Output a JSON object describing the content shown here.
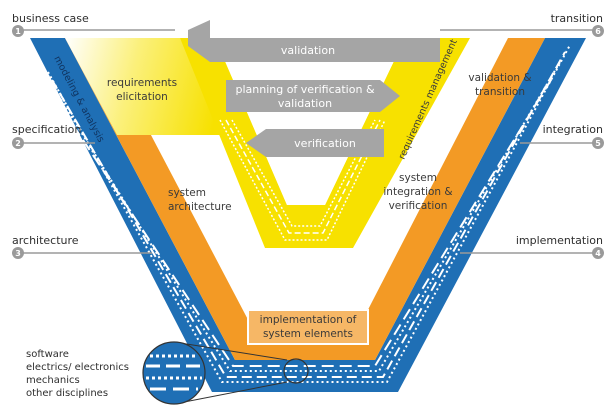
{
  "stages": {
    "s1": {
      "num": "1",
      "label": "business case"
    },
    "s2": {
      "num": "2",
      "label": "specification"
    },
    "s3": {
      "num": "3",
      "label": "architecture"
    },
    "s4": {
      "num": "4",
      "label": "implementation"
    },
    "s5": {
      "num": "5",
      "label": "integration"
    },
    "s6": {
      "num": "6",
      "label": "transition"
    }
  },
  "arrows": {
    "validation": "validation",
    "planning_1": "planning of verification &",
    "planning_2": "validation",
    "verification": "verification"
  },
  "blocks": {
    "req_1": "requirements",
    "req_2": "elicitation",
    "arch_1": "system",
    "arch_2": "architecture",
    "integ_1": "system",
    "integ_2": "integration &",
    "integ_3": "verification",
    "valtrans_1": "validation &",
    "valtrans_2": "transition",
    "impl_1": "implementation of",
    "impl_2": "system elements"
  },
  "bands": {
    "modeling": "modeling & analysis",
    "req_mgmt": "requirements management"
  },
  "legend": {
    "l1": "software",
    "l2": "electrics/ electronics",
    "l3": "mechanics",
    "l4": "other disciplines"
  },
  "colors": {
    "blue": "#1f6fb5",
    "orange": "#f39a25",
    "yellow": "#f7e100",
    "gray": "#a5a5a5"
  }
}
